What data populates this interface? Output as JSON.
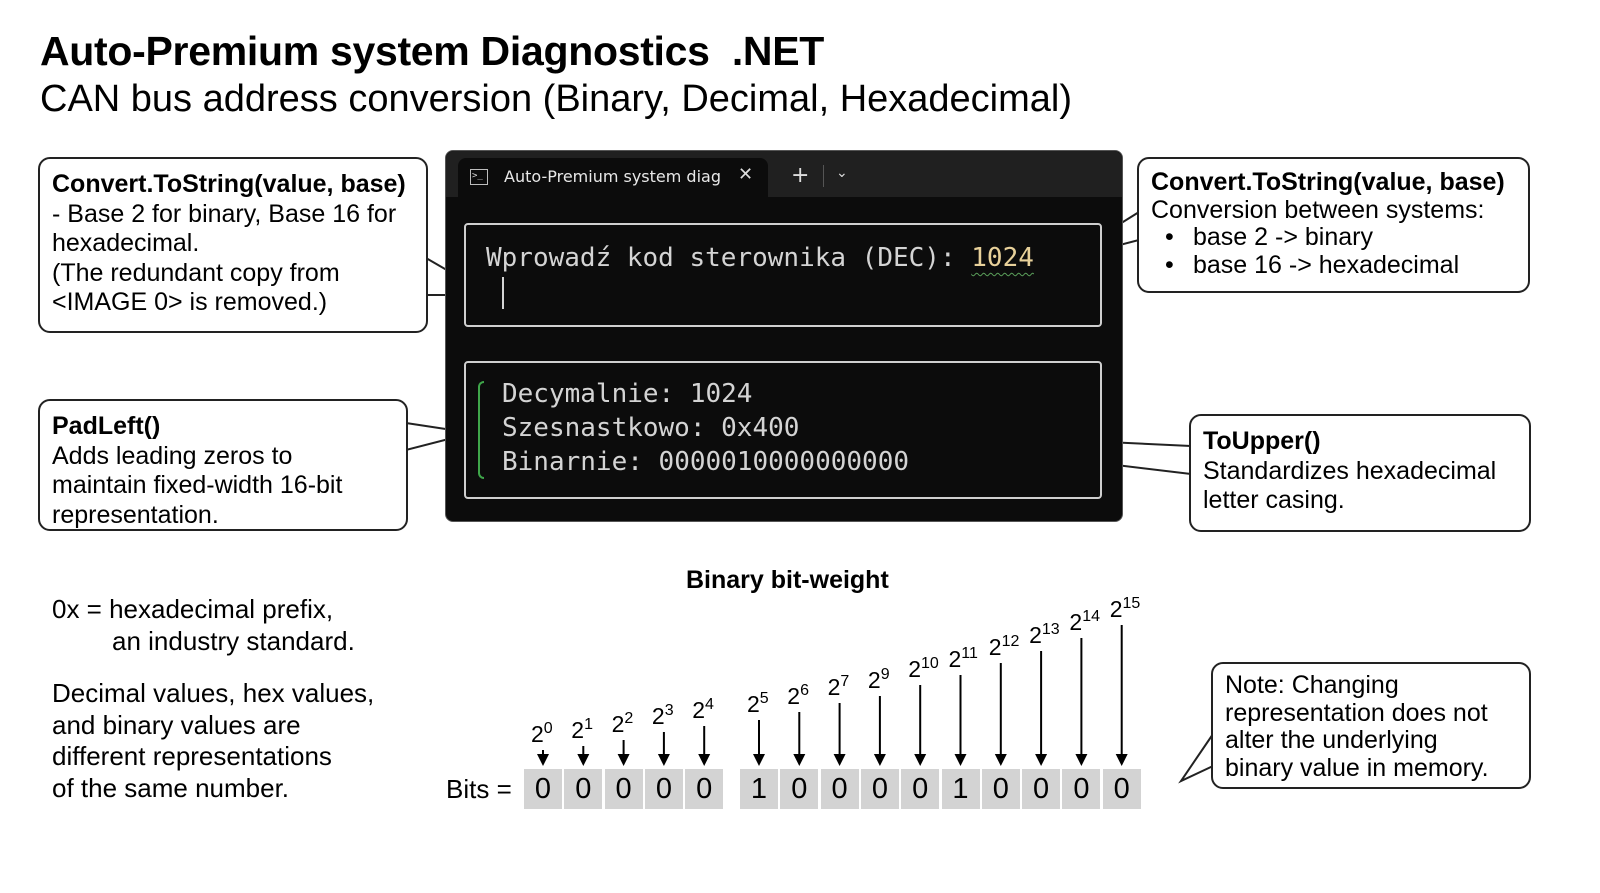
{
  "header": {
    "title": "Auto-Premium system Diagnostics  .NET",
    "subtitle": "CAN bus address conversion (Binary, Decimal, Hexadecimal)"
  },
  "terminal": {
    "tab_title": "Auto-Premium system diagnostics",
    "tab_icon": "terminal-icon",
    "close_glyph": "✕",
    "new_tab_glyph": "+",
    "menu_glyph": "⌄",
    "prompt_label": "Wprowadź kod sterownika (DEC): ",
    "prompt_value": "1024",
    "output": [
      {
        "label": "Decymalnie: ",
        "value": "1024"
      },
      {
        "label": "Szesnastkowo: ",
        "value": "0x400"
      },
      {
        "label": "Binarnie: ",
        "value": "0000010000000000"
      }
    ],
    "colors": {
      "background": "#0c0c0c",
      "input_value": "#e8d19a",
      "bracket": "#3fa64a"
    }
  },
  "callouts": {
    "convert_left": {
      "heading": "Convert.ToString(value, base)",
      "lines": [
        "- Base 2 for binary, Base 16 for",
        "hexadecimal.",
        "(The redundant copy from",
        "<IMAGE 0> is removed.)"
      ]
    },
    "convert_right": {
      "heading": "Convert.ToString(value, base)",
      "intro": "Conversion between systems:",
      "bullets": [
        "base 2 -> binary",
        "base 16 -> hexadecimal"
      ]
    },
    "padleft": {
      "heading": "PadLeft()",
      "lines": [
        "Adds leading zeros to",
        "maintain fixed-width 16-bit",
        "representation."
      ]
    },
    "toupper": {
      "heading": "ToUpper()",
      "lines": [
        "Standardizes hexadecimal",
        "letter casing."
      ]
    },
    "note": {
      "lines": [
        "Note: Changing",
        "representation does not",
        "alter the underlying",
        "binary value in memory."
      ]
    }
  },
  "notes": {
    "hex_prefix": [
      "0x = hexadecimal prefix,",
      "an industry standard."
    ],
    "representations": [
      "Decimal values, hex values,",
      "and binary values are",
      "different representations",
      "of the same number."
    ]
  },
  "bit_weight": {
    "title": "Binary bit-weight",
    "bits_label": "Bits =",
    "base": "2",
    "exponents": [
      "0",
      "1",
      "2",
      "3",
      "4",
      "5",
      "6",
      "7",
      "9",
      "10",
      "11",
      "12",
      "13",
      "14",
      "15"
    ],
    "bits": [
      "0",
      "0",
      "0",
      "0",
      "0",
      "1",
      "0",
      "0",
      "0",
      "0",
      "1",
      "0",
      "0",
      "0",
      "0"
    ]
  }
}
